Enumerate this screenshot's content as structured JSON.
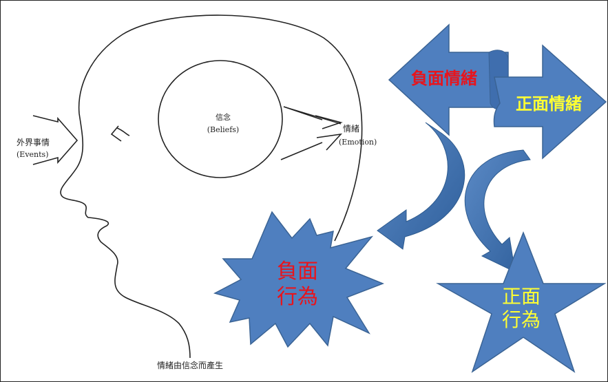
{
  "sketch": {
    "events_zh": "外界事情",
    "events_en": "(Events)",
    "beliefs_zh": "信念",
    "beliefs_en": "(Beliefs)",
    "emotion_zh": "情緒",
    "emotion_en": "(Emotion)",
    "caption": "情緒由信念而產生"
  },
  "shapes": {
    "negative_emotion": "負面情緒",
    "positive_emotion": "正面情緒",
    "negative_behavior_1": "負面",
    "negative_behavior_2": "行為",
    "positive_behavior_1": "正面",
    "positive_behavior_2": "行為"
  },
  "colors": {
    "shape_fill": "#4f7fbf",
    "shape_stroke": "#3a6394",
    "negative_text": "#e8141c",
    "positive_text": "#ffff33"
  }
}
